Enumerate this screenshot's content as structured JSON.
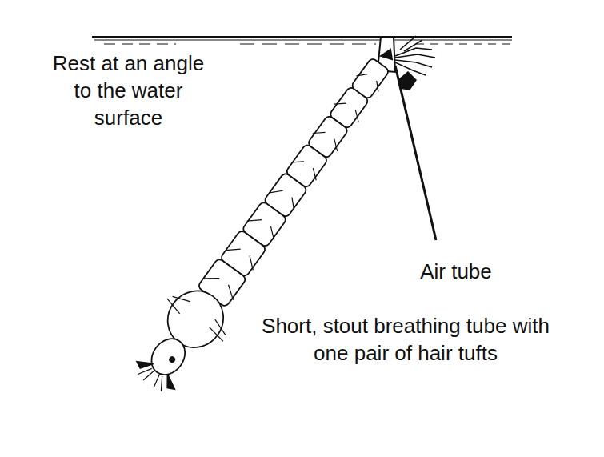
{
  "diagram": {
    "labels": [
      "Rest at an angle to the water surface",
      "Air tube",
      "Short, stout breathing tube with one pair of hair tufts"
    ]
  }
}
